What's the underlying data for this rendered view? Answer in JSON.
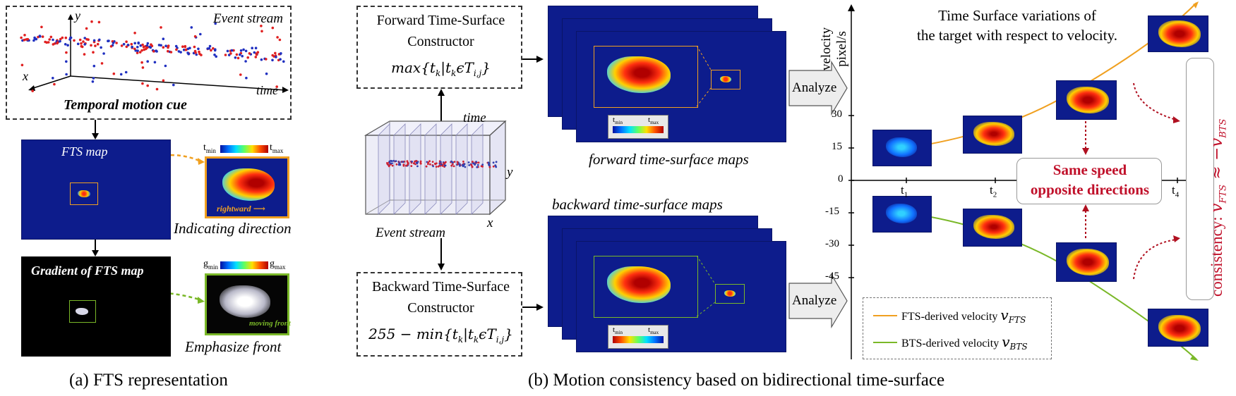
{
  "panel_a": {
    "event_stream_label": "Event stream",
    "axis_y": "y",
    "axis_x": "x",
    "axis_time": "time",
    "motion_cue": "Temporal motion cue",
    "fts_map_label": "FTS map",
    "colorbar_min": "t",
    "colorbar_min_sub": "min",
    "colorbar_max": "t",
    "colorbar_max_sub": "max",
    "rightward_label": "rightward",
    "indicating_direction": "Indicating direction",
    "gradient_label": "Gradient of FTS map",
    "grad_min": "g",
    "grad_min_sub": "min",
    "grad_max": "g",
    "grad_max_sub": "max",
    "moving_front": "moving front",
    "emphasize_front": "Emphasize front",
    "caption": "(a) FTS representation"
  },
  "panel_b": {
    "forward_constructor_line1": "Forward Time-Surface",
    "forward_constructor_line2": "Constructor",
    "forward_formula": "max{t",
    "forward_formula_sub1": "k",
    "forward_formula_mid": "|t",
    "forward_formula_sub2": "k",
    "forward_formula_end": "ϵT",
    "forward_formula_sub3": "i,j",
    "forward_formula_close": "}",
    "backward_constructor_line1": "Backward Time-Surface",
    "backward_constructor_line2": "Constructor",
    "backward_formula": "255 − min{t",
    "backward_formula_sub1": "k",
    "backward_formula_mid": "|t",
    "backward_formula_sub2": "k",
    "backward_formula_end": "ϵT",
    "backward_formula_sub3": "i,j",
    "backward_formula_close": "}",
    "time_label": "time",
    "y_label": "y",
    "x_label": "x",
    "event_stream": "Event stream",
    "forward_maps": "forward time-surface maps",
    "backward_maps": "backward time-surface maps",
    "cb_tmin": "t",
    "cb_tmin_sub": "min",
    "cb_tmax": "t",
    "cb_tmax_sub": "max",
    "analyze_top": "Analyze",
    "analyze_bottom": "Analyze",
    "caption": "(b) Motion consistency based on bidirectional time-surface"
  },
  "velocity_plot": {
    "title_line1": "Time Surface variations of",
    "title_line2": "the target with respect to velocity.",
    "ylabel_line1": "velocity",
    "ylabel_line2": "pixel/s",
    "yticks": [
      "30",
      "15",
      "0",
      "-15",
      "-30",
      "-45"
    ],
    "xticks": [
      {
        "t": "t",
        "sub": "1"
      },
      {
        "t": "t",
        "sub": "2"
      },
      {
        "t": "t",
        "sub": "4"
      }
    ],
    "same_speed_line1": "Same speed",
    "same_speed_line2": "opposite directions",
    "legend": [
      {
        "label": "FTS-derived velocity",
        "sym": "v",
        "sub": "FTS",
        "color": "#f0a020"
      },
      {
        "label": "BTS-derived velocity",
        "sym": "v",
        "sub": "BTS",
        "color": "#7ab828"
      }
    ],
    "consistency_label": "consistency:",
    "consistency_formula": "v",
    "consistency_sub1": "FTS",
    "consistency_approx": " ≈ −v",
    "consistency_sub2": "BTS"
  },
  "colors": {
    "map_bg": "#0d1c8c",
    "orange": "#f0a020",
    "green": "#7ab828",
    "red_text": "#c0102a",
    "dark_red": "#b01020"
  }
}
